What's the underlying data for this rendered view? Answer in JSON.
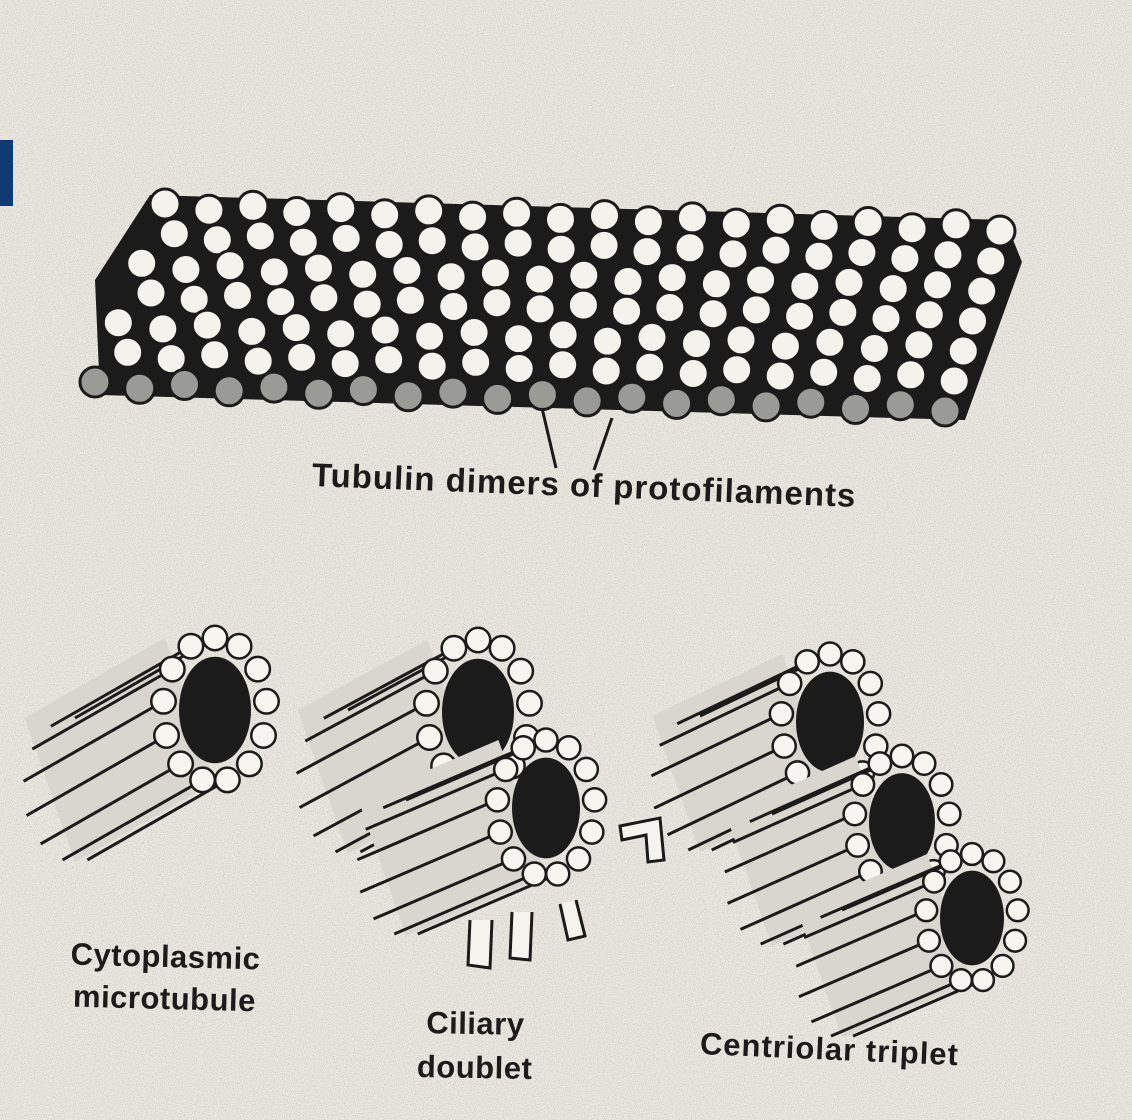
{
  "labels": {
    "tubulin": "Tubulin dimers of protofilaments",
    "cytoplasmic_line1": "Cytoplasmic",
    "cytoplasmic_line2": "microtubule",
    "ciliary_line1": "Ciliary",
    "ciliary_line2": "doublet",
    "centriolar": "Centriolar triplet"
  },
  "colors": {
    "ink": "#1b1b1b",
    "paper": "#ece9e2",
    "marker": "#0f3a73"
  }
}
